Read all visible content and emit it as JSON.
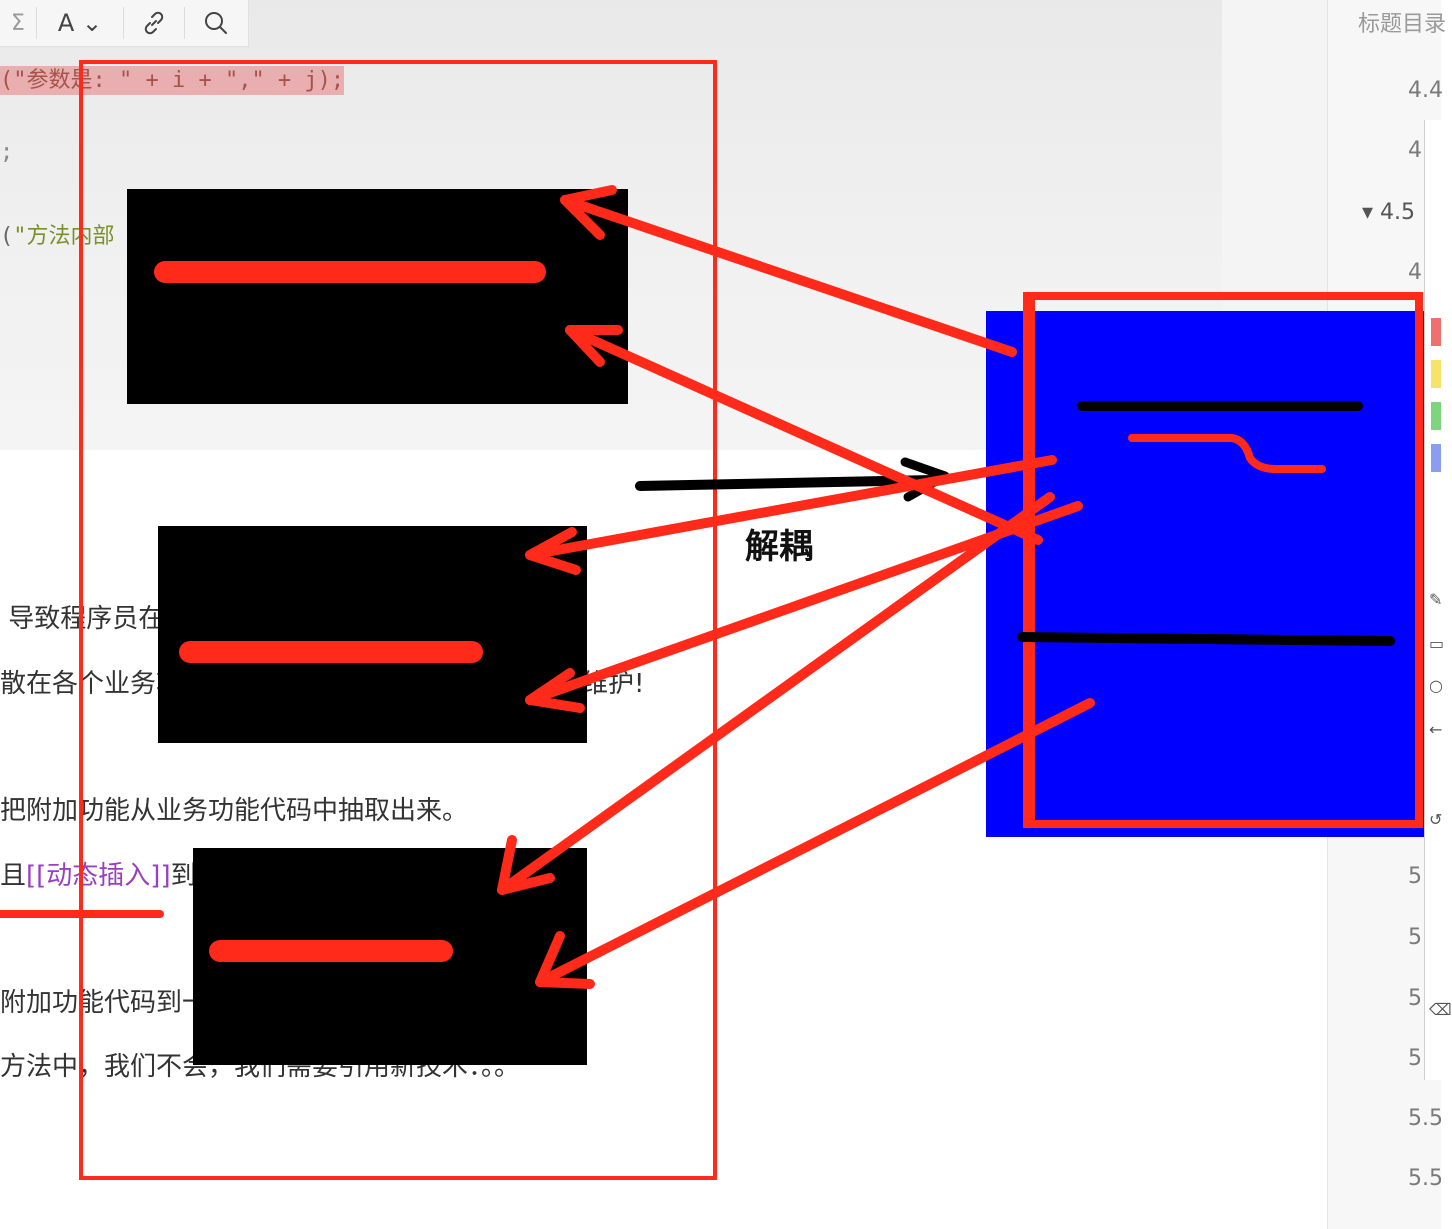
{
  "toolbar": {
    "items": [
      {
        "name": "sigma-icon",
        "glyph": "Σ"
      },
      {
        "name": "font-color-icon",
        "glyph": "A ⌄"
      },
      {
        "name": "link-icon",
        "glyph": "🔗"
      },
      {
        "name": "search-icon",
        "glyph": "⌕"
      }
    ]
  },
  "code": {
    "line1_prefix": "(",
    "line1_string": "\"参数是: \"",
    "line1_rest": " + i + \",\" + j);",
    "line2": ";",
    "line3_prefix": "(",
    "line3_string": "\"方法内部"
  },
  "body": {
    "line1": " 导致程序员在",
    "line2": "散在各个业务功",
    "line2_tail": "维护!",
    "line3": "把附加功能从业务功能代码中抽取出来。",
    "line4_prefix": "且",
    "line4_link": "[[动态插入]]",
    "line4_tail": "到",
    "line5": "附加功能代码到一",
    "line6": "方法中，我们不会，我们需要引用新技术：。。"
  },
  "outline": {
    "title": "标题目录",
    "items": [
      "4.4",
      "4",
      "▾ 4.5",
      "4",
      "5",
      "5",
      "5",
      "5",
      "5.5",
      "5.5"
    ]
  },
  "annotation": {
    "label": "解耦"
  },
  "colors": {
    "red": "#ff2a1a",
    "blue": "#0000ff",
    "black": "#000000"
  }
}
